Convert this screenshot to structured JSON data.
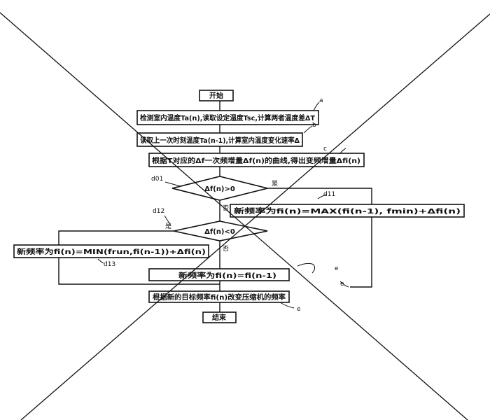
{
  "nodes": {
    "start": "开始",
    "step_a": "检测室内温度Ta(n),读取设定温度Tsc,计算两者温度差ΔT",
    "step_b": "读取上一次时刻温度Ta(n-1),计算室内温度变化速率Δ",
    "step_c": "根据T对应的Δf一次频增量Δf(n)的曲线,得出变频增量Δfi(n)",
    "decision_1": "Δf(n)>0",
    "action_d11": "新频率为fi(n)=MAX(fi(n-1), fmin)+Δfi(n)",
    "decision_2": "Δf(n)<0",
    "action_d13": "新频率为fi(n)=MIN(frun,fi(n-1))+Δfi(n)",
    "action_hold": "新频率为fi(n)=fi(n-1)",
    "action_run": "根据新的目标频率fi(n)改变压缩机的频率",
    "end": "结束"
  },
  "labels": {
    "a": "a",
    "b": "b",
    "c": "c",
    "d01": "d01",
    "d11": "d11",
    "d12": "d12",
    "d13": "d13",
    "e1": "e",
    "e2": "e",
    "e3": "e",
    "y1": "是",
    "n1": "否",
    "y2": "是",
    "n2": "否"
  }
}
